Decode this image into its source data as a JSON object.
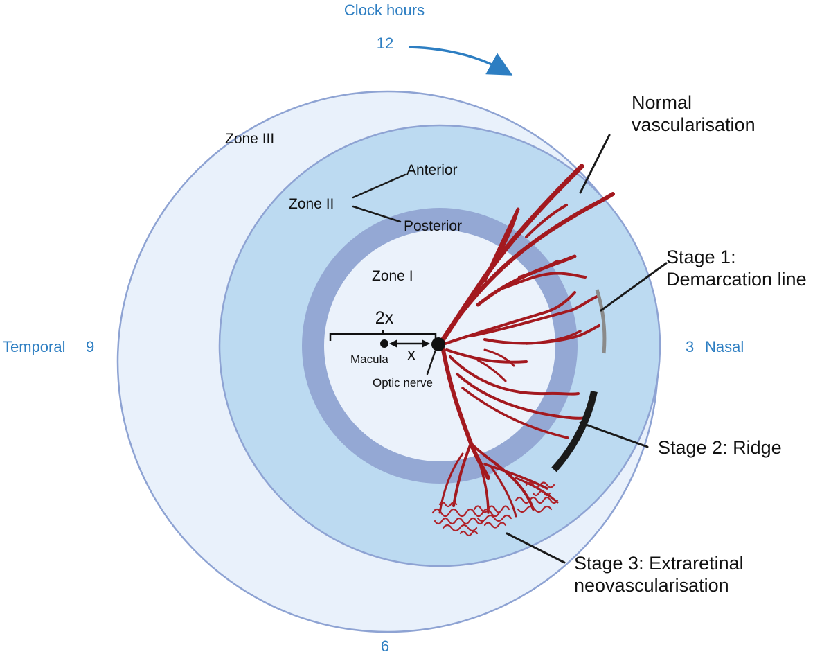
{
  "clock": {
    "title": "Clock hours",
    "h12": "12",
    "h3": "3",
    "h6": "6",
    "h9": "9",
    "temporal": "Temporal",
    "nasal": "Nasal"
  },
  "zones": {
    "zone1": "Zone I",
    "zone2": "Zone II",
    "zone3": "Zone III",
    "anterior": "Anterior",
    "posterior": "Posterior"
  },
  "landmarks": {
    "macula": "Macula",
    "optic_nerve": "Optic nerve",
    "distance_2x": "2x",
    "distance_x": "x"
  },
  "annotations": {
    "normal_line1": "Normal",
    "normal_line2": "vascularisation",
    "stage1_line1": "Stage 1:",
    "stage1_line2": "Demarcation line",
    "stage2": "Stage 2: Ridge",
    "stage3_line1": "Stage 3: Extraretinal",
    "stage3_line2": "neovascularisation"
  },
  "colors": {
    "zone3_fill": "#e9f1fb",
    "zone2_fill": "#bcdaf1",
    "posterior_band": "#94a8d4",
    "zone1_fill": "#ebf2fb",
    "outline": "#8ea3d3",
    "vessel": "#a3191f",
    "demarcation_line": "#8a8a8a",
    "ridge": "#1a1a1a",
    "clock_text": "#2d7ec2"
  }
}
